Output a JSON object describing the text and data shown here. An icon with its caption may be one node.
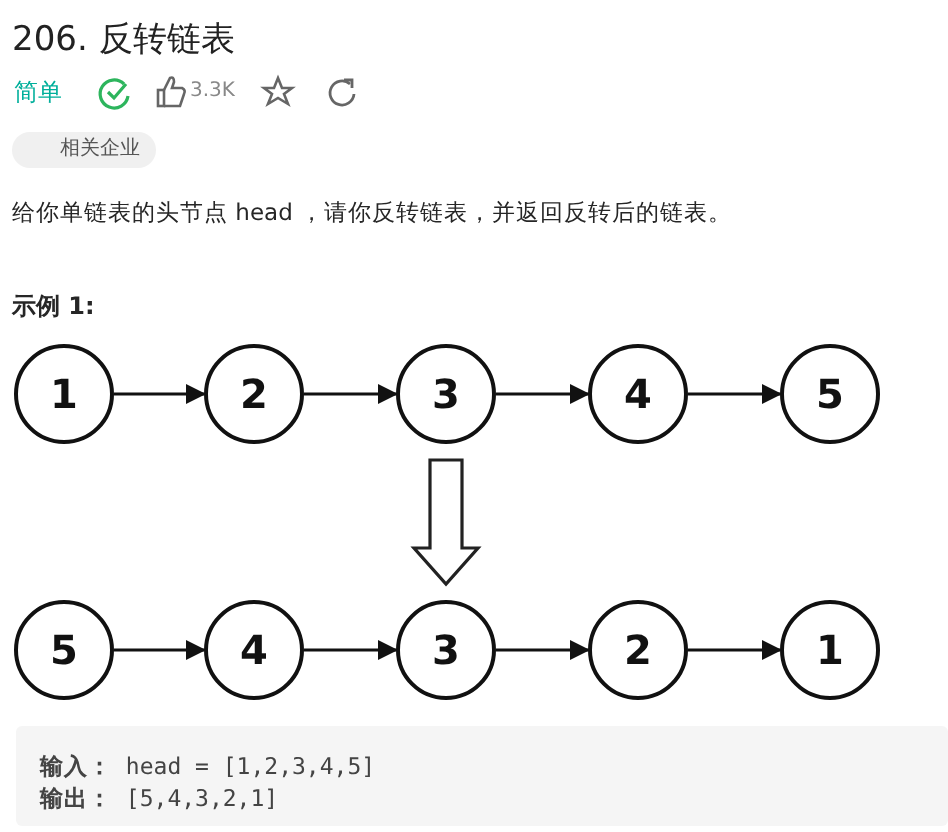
{
  "diagram": {
    "title": "206. 反转链表",
    "nodes": [
      {
        "text": [
          "1"
        ]
      },
      {
        "text": [
          "2"
        ]
      },
      {
        "text": [
          "3"
        ]
      },
      {
        "text": [
          "4"
        ]
      },
      {
        "text": [
          "5"
        ]
      },
      {
        "text": [
          "5"
        ]
      },
      {
        "text": [
          "4"
        ]
      },
      {
        "text": [
          "3"
        ]
      },
      {
        "text": [
          "2"
        ]
      },
      {
        "text": [
          "1"
        ]
      }
    ],
    "edges": [
      {
        "from": 0,
        "to": 1,
        "arrow": "to"
      },
      {
        "from": 1,
        "to": 2,
        "arrow": "to"
      },
      {
        "from": 2,
        "to": 3,
        "arrow": "to"
      },
      {
        "from": 3,
        "to": 4,
        "arrow": "to"
      },
      {
        "from": 2,
        "to": 7,
        "arrow": "to",
        "style": "thick"
      },
      {
        "from": 5,
        "to": 6,
        "arrow": "to"
      },
      {
        "from": 6,
        "to": 7,
        "arrow": "to"
      },
      {
        "from": 7,
        "to": 8,
        "arrow": "to"
      },
      {
        "from": 8,
        "to": 9,
        "arrow": "to"
      }
    ],
    "labels": [
      "简单",
      "3.3K",
      "相关企业",
      "给你单链表的头节点 head ，请你反转链表，并返回反转后的链表。",
      "示例 1:",
      "**输入：** head = [1,2,3,4,5]",
      "**输出：** [5,4,3,2,1]"
    ]
  }
}
